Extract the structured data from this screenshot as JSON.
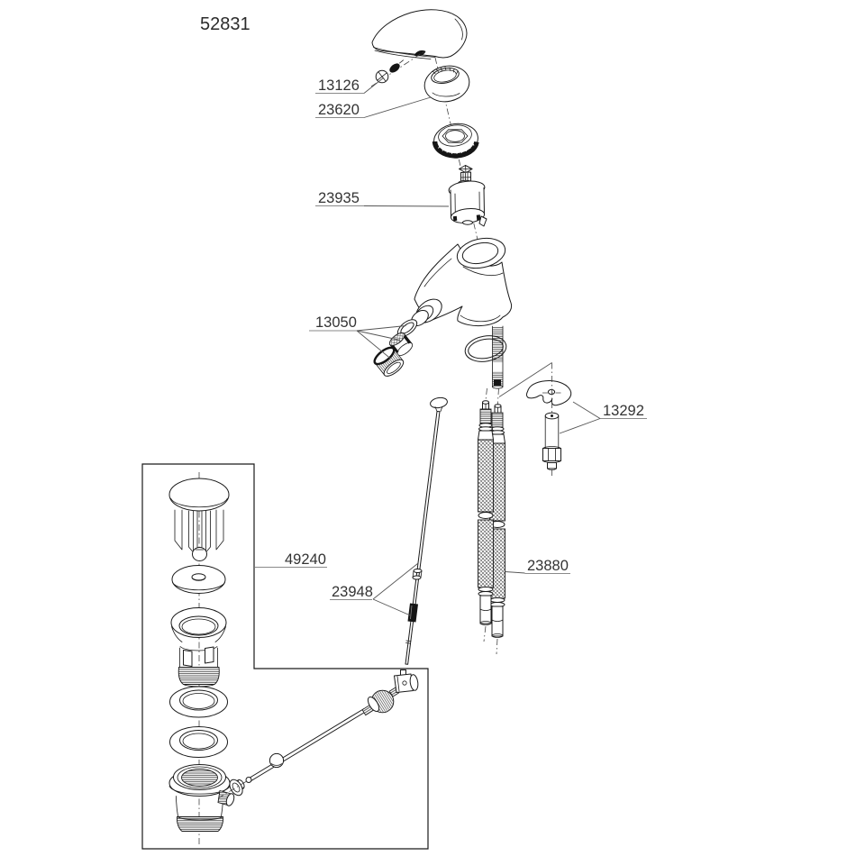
{
  "diagram": {
    "title": "52831",
    "labels": {
      "handle_screw": "13126",
      "dome_ring": "23620",
      "cartridge": "23935",
      "aerator": "13050",
      "mounting_kit": "13292",
      "supply_hoses": "23880",
      "lift_rod": "23948",
      "drain_assembly": "49240"
    },
    "colors": {
      "line": "#1a1a1a",
      "label_text": "#333333",
      "leader": "#8a8a8a",
      "background": "#ffffff"
    }
  }
}
